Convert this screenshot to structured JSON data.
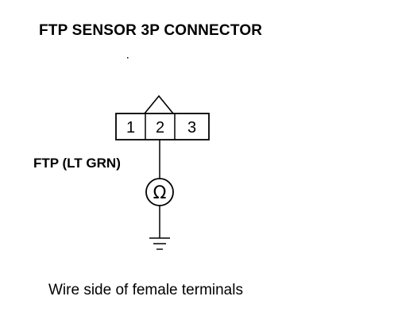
{
  "title": "FTP SENSOR 3P CONNECTOR",
  "connector": {
    "pins": [
      "1",
      "2",
      "3"
    ],
    "probed_pin": "2"
  },
  "wire_label": "FTP (LT GRN)",
  "meter": {
    "symbol": "Ω",
    "icon": "ohmmeter-icon"
  },
  "ground": {
    "icon": "ground-icon"
  },
  "caption": "Wire side of female terminals"
}
